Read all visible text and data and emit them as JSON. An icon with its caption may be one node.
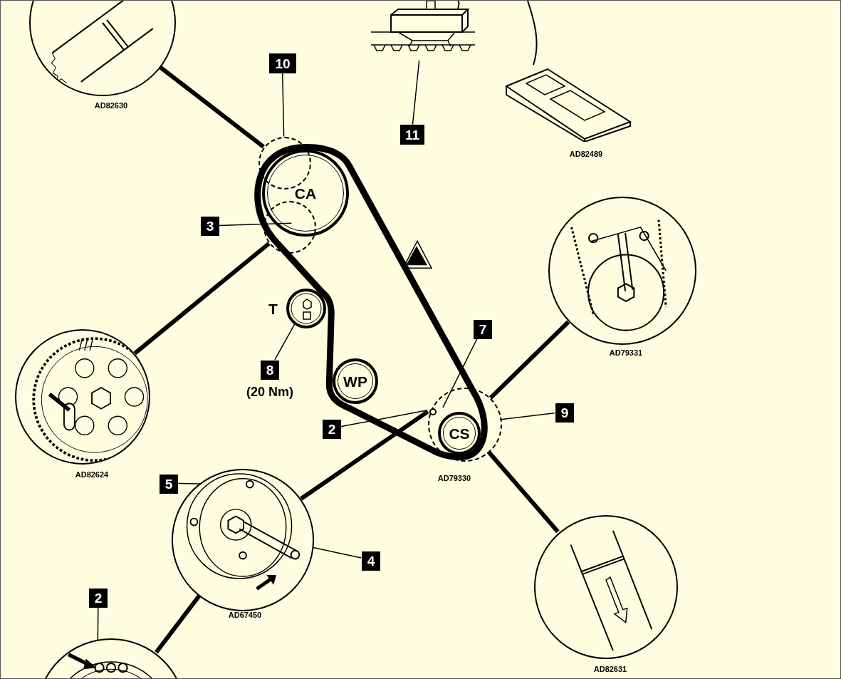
{
  "diagram": {
    "nodes": [
      {
        "text": [],
        "shape": "picture",
        "beside": [
          "AD82630"
        ]
      },
      {
        "text": [
          "10"
        ]
      },
      {
        "text": [],
        "shape": "circle"
      },
      {
        "text": [
          "CA"
        ]
      },
      {
        "text": [
          "3"
        ]
      },
      {
        "text": [],
        "shape": "circle"
      },
      {
        "text": [],
        "shape": "picture",
        "beside": [
          "AD82624"
        ]
      },
      {
        "text": [
          "T"
        ]
      },
      {
        "text": [
          "8"
        ],
        "beside": [
          "(20 Nm)"
        ]
      },
      {
        "text": [
          "WP"
        ]
      },
      {
        "text": [
          "7"
        ]
      },
      {
        "text": [
          "2"
        ]
      },
      {
        "text": [],
        "shape": "circle",
        "in": 13
      },
      {
        "text": [],
        "shape": "circle",
        "beside": [
          "AD79330"
        ]
      },
      {
        "text": [
          "CS"
        ],
        "in": 13
      },
      {
        "text": [
          "9"
        ]
      },
      {
        "text": [],
        "shape": "picture",
        "beside": [
          "AD79331"
        ]
      },
      {
        "text": [],
        "shape": "picture",
        "beside": [
          "AD82631"
        ]
      },
      {
        "text": [],
        "shape": "picture",
        "beside": [
          "AD67450"
        ]
      },
      {
        "text": [
          "5"
        ]
      },
      {
        "text": [
          "4"
        ]
      },
      {
        "text": [],
        "shape": "picture"
      },
      {
        "text": [
          "2"
        ]
      },
      {
        "text": [
          "11"
        ]
      },
      {
        "text": [],
        "shape": "picture"
      },
      {
        "text": [],
        "shape": "picture",
        "beside": [
          "AD82489"
        ]
      }
    ],
    "edges": [
      {
        "from": 0,
        "to": 2,
        "arrow": "none",
        "style": "thick"
      },
      {
        "from": 1,
        "to": 2,
        "arrow": "none"
      },
      {
        "from": 4,
        "to": 5,
        "arrow": "none"
      },
      {
        "from": 5,
        "to": 6,
        "arrow": "none",
        "style": "thick"
      },
      {
        "from": 8,
        "to": 7,
        "arrow": "none"
      },
      {
        "from": 11,
        "to": 12,
        "arrow": "none"
      },
      {
        "from": 18,
        "to": 12,
        "arrow": "none",
        "style": "thick"
      },
      {
        "from": 10,
        "to": 13,
        "arrow": "none"
      },
      {
        "from": 15,
        "to": 13,
        "arrow": "none"
      },
      {
        "from": 13,
        "to": 16,
        "arrow": "none",
        "style": "thick"
      },
      {
        "from": 13,
        "to": 17,
        "arrow": "none",
        "style": "thick"
      },
      {
        "from": 19,
        "to": 18,
        "arrow": "none"
      },
      {
        "from": 20,
        "to": 18,
        "arrow": "none"
      },
      {
        "from": 18,
        "to": 21,
        "arrow": "none",
        "style": "thick"
      },
      {
        "from": 22,
        "to": 21,
        "arrow": "none"
      },
      {
        "from": 23,
        "to": 24,
        "arrow": "none"
      }
    ]
  }
}
